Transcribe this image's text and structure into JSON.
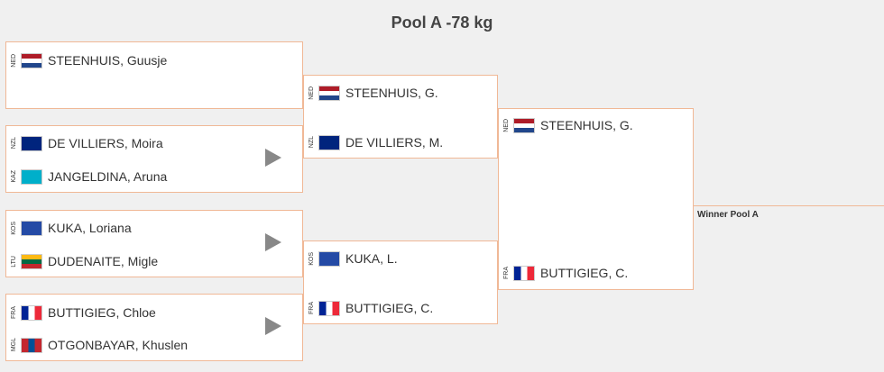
{
  "title": "Pool A -78 kg",
  "winner_label": "Winner Pool A",
  "round1": [
    {
      "athletes": [
        {
          "code": "NED",
          "flag": "ned",
          "name": "STEENHUIS, Guusje"
        }
      ],
      "has_play": false
    },
    {
      "athletes": [
        {
          "code": "NZL",
          "flag": "nzl",
          "name": "DE VILLIERS, Moira"
        },
        {
          "code": "KAZ",
          "flag": "kaz",
          "name": "JANGELDINA, Aruna"
        }
      ],
      "has_play": true
    },
    {
      "athletes": [
        {
          "code": "KOS",
          "flag": "kos",
          "name": "KUKA, Loriana"
        },
        {
          "code": "LTU",
          "flag": "ltu",
          "name": "DUDENAITE, Migle"
        }
      ],
      "has_play": true
    },
    {
      "athletes": [
        {
          "code": "FRA",
          "flag": "fra",
          "name": "BUTTIGIEG, Chloe"
        },
        {
          "code": "MGL",
          "flag": "mgl",
          "name": "OTGONBAYAR, Khuslen"
        }
      ],
      "has_play": true
    }
  ],
  "round2": [
    {
      "athletes": [
        {
          "code": "NED",
          "flag": "ned",
          "name": "STEENHUIS, G."
        },
        {
          "code": "NZL",
          "flag": "nzl",
          "name": "DE VILLIERS, M."
        }
      ]
    },
    {
      "athletes": [
        {
          "code": "KOS",
          "flag": "kos",
          "name": "KUKA, L."
        },
        {
          "code": "FRA",
          "flag": "fra",
          "name": "BUTTIGIEG, C."
        }
      ]
    }
  ],
  "round3": [
    {
      "athletes": [
        {
          "code": "NED",
          "flag": "ned",
          "name": "STEENHUIS, G."
        },
        {
          "code": "FRA",
          "flag": "fra",
          "name": "BUTTIGIEG, C."
        }
      ]
    }
  ],
  "colors": {
    "border": "#f0b896",
    "play": "#888888"
  }
}
